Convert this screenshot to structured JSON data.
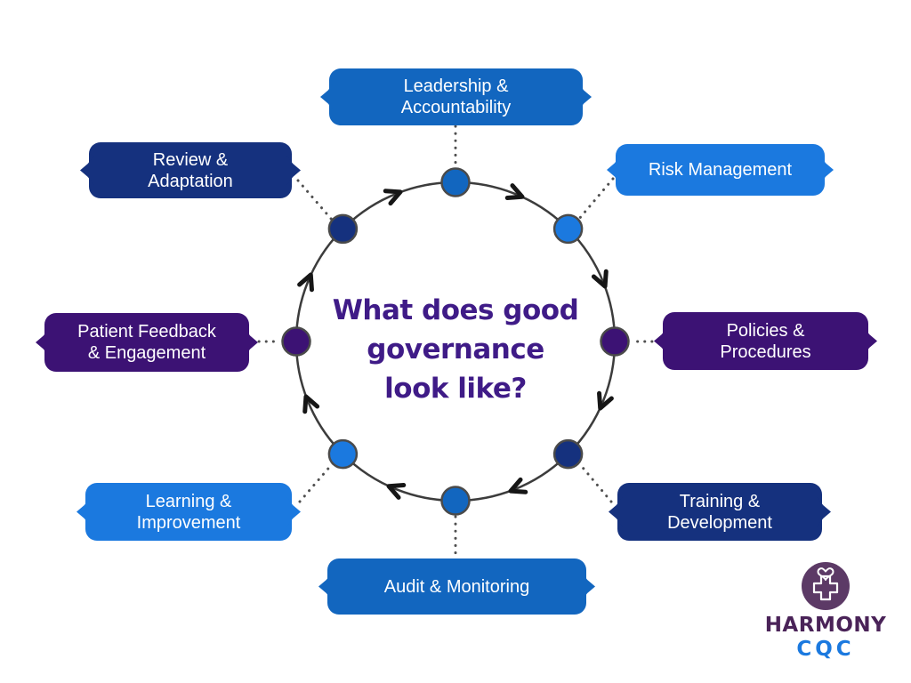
{
  "page": {
    "background": "#ffffff"
  },
  "title": {
    "line1": "What does good",
    "line2": "governance",
    "line3": "look like?",
    "color": "#3f1b87"
  },
  "ring": {
    "stroke": "#3c3c3c",
    "arrow_color": "#161616",
    "dot_border": "#4a4a4a",
    "connector_color": "#4f4f4f"
  },
  "nodes": [
    {
      "id": "leadership-accountability",
      "line1": "Leadership &",
      "line2": "Accountability",
      "color": "#1266bf"
    },
    {
      "id": "risk-management",
      "line1": "Risk Management",
      "line2": "",
      "color": "#1b79df"
    },
    {
      "id": "policies-procedures",
      "line1": "Policies &",
      "line2": "Procedures",
      "color": "#3c1274"
    },
    {
      "id": "training-development",
      "line1": "Training &",
      "line2": "Development",
      "color": "#15317e"
    },
    {
      "id": "audit-monitoring",
      "line1": "Audit & Monitoring",
      "line2": "",
      "color": "#1266bf"
    },
    {
      "id": "learning-improvement",
      "line1": "Learning &",
      "line2": "Improvement",
      "color": "#1b79df"
    },
    {
      "id": "patient-feedback-engagement",
      "line1": "Patient Feedback",
      "line2": "& Engagement",
      "color": "#3c1274"
    },
    {
      "id": "review-adaptation",
      "line1": "Review &",
      "line2": "Adaptation",
      "color": "#15317e"
    }
  ],
  "logo": {
    "name": "HARMONY",
    "sub": "CQC",
    "name_color": "#4a2358",
    "sub_color": "#1b79df",
    "icon": "heart-cross-icon",
    "icon_bg": "#5c3a66"
  }
}
